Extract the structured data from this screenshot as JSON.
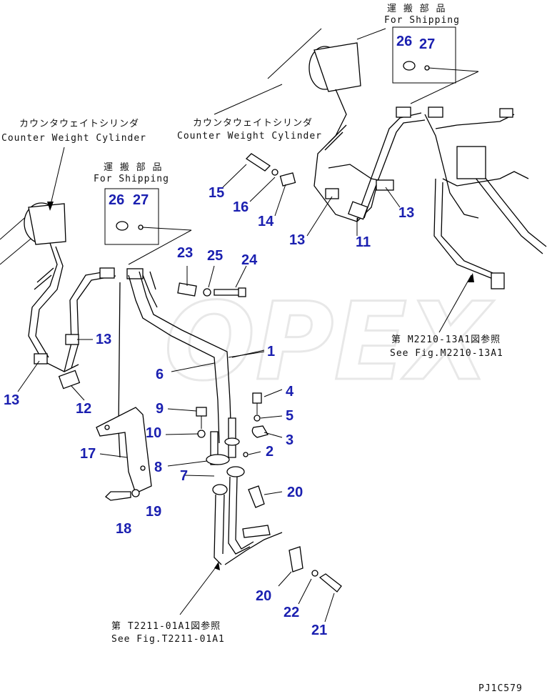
{
  "watermark": "OPEX",
  "notes": {
    "cw_top_jp": "カウンタウェイトシリンダ",
    "cw_top_en": "Counter Weight Cylinder",
    "cw_left_jp": "カウンタウェイトシリンダ",
    "cw_left_en": "Counter Weight Cylinder",
    "ship_top_jp": "運 搬 部 品",
    "ship_top_en": "For Shipping",
    "ship_left_jp": "運 搬 部 品",
    "ship_left_en": "For Shipping",
    "ref_m_jp": "第 M2210-13A1図参照",
    "ref_m_en": "See Fig.M2210-13A1",
    "ref_t_jp": "第 T2211-01A1図参照",
    "ref_t_en": "See Fig.T2211-01A1",
    "drawing_code": "PJ1C579"
  },
  "callouts": [
    "1",
    "2",
    "3",
    "4",
    "5",
    "6",
    "7",
    "8",
    "9",
    "10",
    "11",
    "12",
    "13",
    "13",
    "13",
    "13",
    "14",
    "15",
    "16",
    "17",
    "18",
    "19",
    "20",
    "20",
    "21",
    "22",
    "23",
    "24",
    "25",
    "26",
    "27",
    "26",
    "27"
  ]
}
